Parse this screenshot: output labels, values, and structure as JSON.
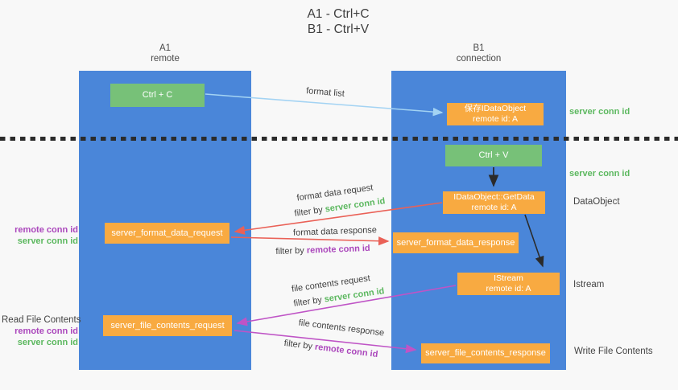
{
  "title": {
    "line1": "A1 - Ctrl+C",
    "line2": "B1 - Ctrl+V"
  },
  "lanes": {
    "a1": {
      "title": "A1",
      "subtitle": "remote"
    },
    "b1": {
      "title": "B1",
      "subtitle": "connection"
    }
  },
  "nodes": {
    "ctrl_c": {
      "label": "Ctrl + C"
    },
    "save_dataobject": {
      "line1": "保存IDataObject",
      "line2": "remote id: A"
    },
    "ctrl_v": {
      "label": "Ctrl + V"
    },
    "getdata": {
      "line1": "IDataObject::GetData",
      "line2": "remote id: A"
    },
    "format_request": {
      "label": "server_format_data_request"
    },
    "format_response": {
      "label": "server_format_data_response"
    },
    "istream": {
      "line1": "IStream",
      "line2": "remote id: A"
    },
    "file_request": {
      "label": "server_file_contents_request"
    },
    "file_response": {
      "label": "server_file_contents_response"
    }
  },
  "arrows": {
    "format_list": {
      "label": "format list"
    },
    "format_data_request": {
      "label": "format data request",
      "filter_prefix": "filter by ",
      "filter_key": "server conn id"
    },
    "format_data_response": {
      "label": "format data response",
      "filter_prefix": "filter by ",
      "filter_key": "remote conn id"
    },
    "file_contents_request": {
      "label": "file contents request",
      "filter_prefix": "filter by ",
      "filter_key": "server conn id"
    },
    "file_contents_response": {
      "label": "file contents response",
      "filter_prefix": "filter by ",
      "filter_key": "remote conn id"
    }
  },
  "annotations": {
    "server_conn_id_top": "server conn id",
    "server_conn_id_mid": "server conn id",
    "dataobject": "DataObject",
    "istream": "Istream",
    "write_file_contents": "Write File Contents",
    "read_file_contents": "Read File Contents",
    "remote_conn_id_left1": "remote conn id",
    "server_conn_id_left1": "server conn id",
    "remote_conn_id_left2": "remote conn id",
    "server_conn_id_left2": "server conn id"
  },
  "colors": {
    "lane_blue": "#4a86d9",
    "box_green": "#77c178",
    "box_orange": "#f8aa41",
    "text_green": "#5cb85f",
    "text_purple": "#ab47bc",
    "arrow_red": "#ea6157",
    "arrow_light_blue": "#a3d3f3",
    "arrow_purple": "#bf54c6",
    "arrow_black": "#2b2b2b"
  }
}
